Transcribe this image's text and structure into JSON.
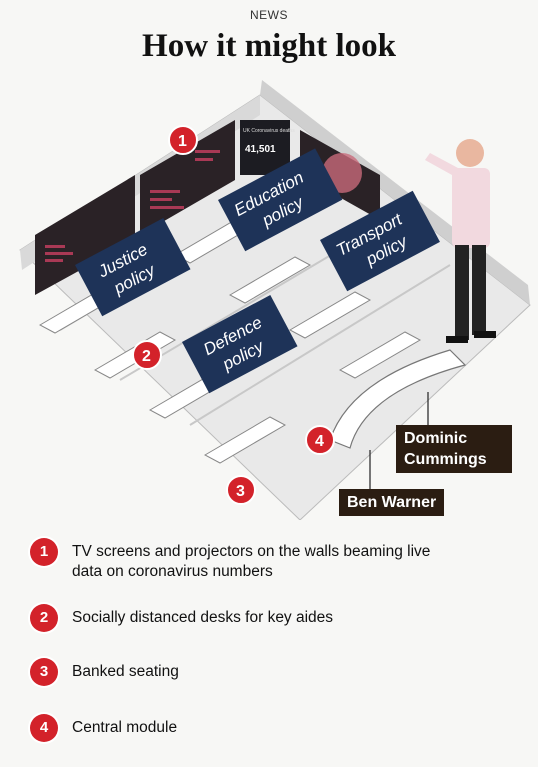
{
  "kicker": "NEWS",
  "headline": "How it might look",
  "signs": {
    "justice": [
      "Justice",
      "policy"
    ],
    "education": [
      "Education",
      "policy"
    ],
    "defence": [
      "Defence",
      "policy"
    ],
    "transport": [
      "Transport",
      "policy"
    ]
  },
  "screen_text": {
    "title": "UK Coronavirus deaths",
    "value": "41,501"
  },
  "markers": [
    "1",
    "2",
    "3",
    "4"
  ],
  "labels": {
    "dominic": [
      "Dominic",
      "Cummings"
    ],
    "ben": "Ben Warner"
  },
  "legend": [
    {
      "number": "1",
      "text": "TV screens and projectors on the walls beaming live data on coronavirus numbers"
    },
    {
      "number": "2",
      "text": "Socially distanced desks for key aides"
    },
    {
      "number": "3",
      "text": "Banked seating"
    },
    {
      "number": "4",
      "text": "Central module"
    }
  ],
  "colors": {
    "accent": "#d3222a",
    "sign": "#1e3358",
    "label_bg": "#2b1d12"
  }
}
